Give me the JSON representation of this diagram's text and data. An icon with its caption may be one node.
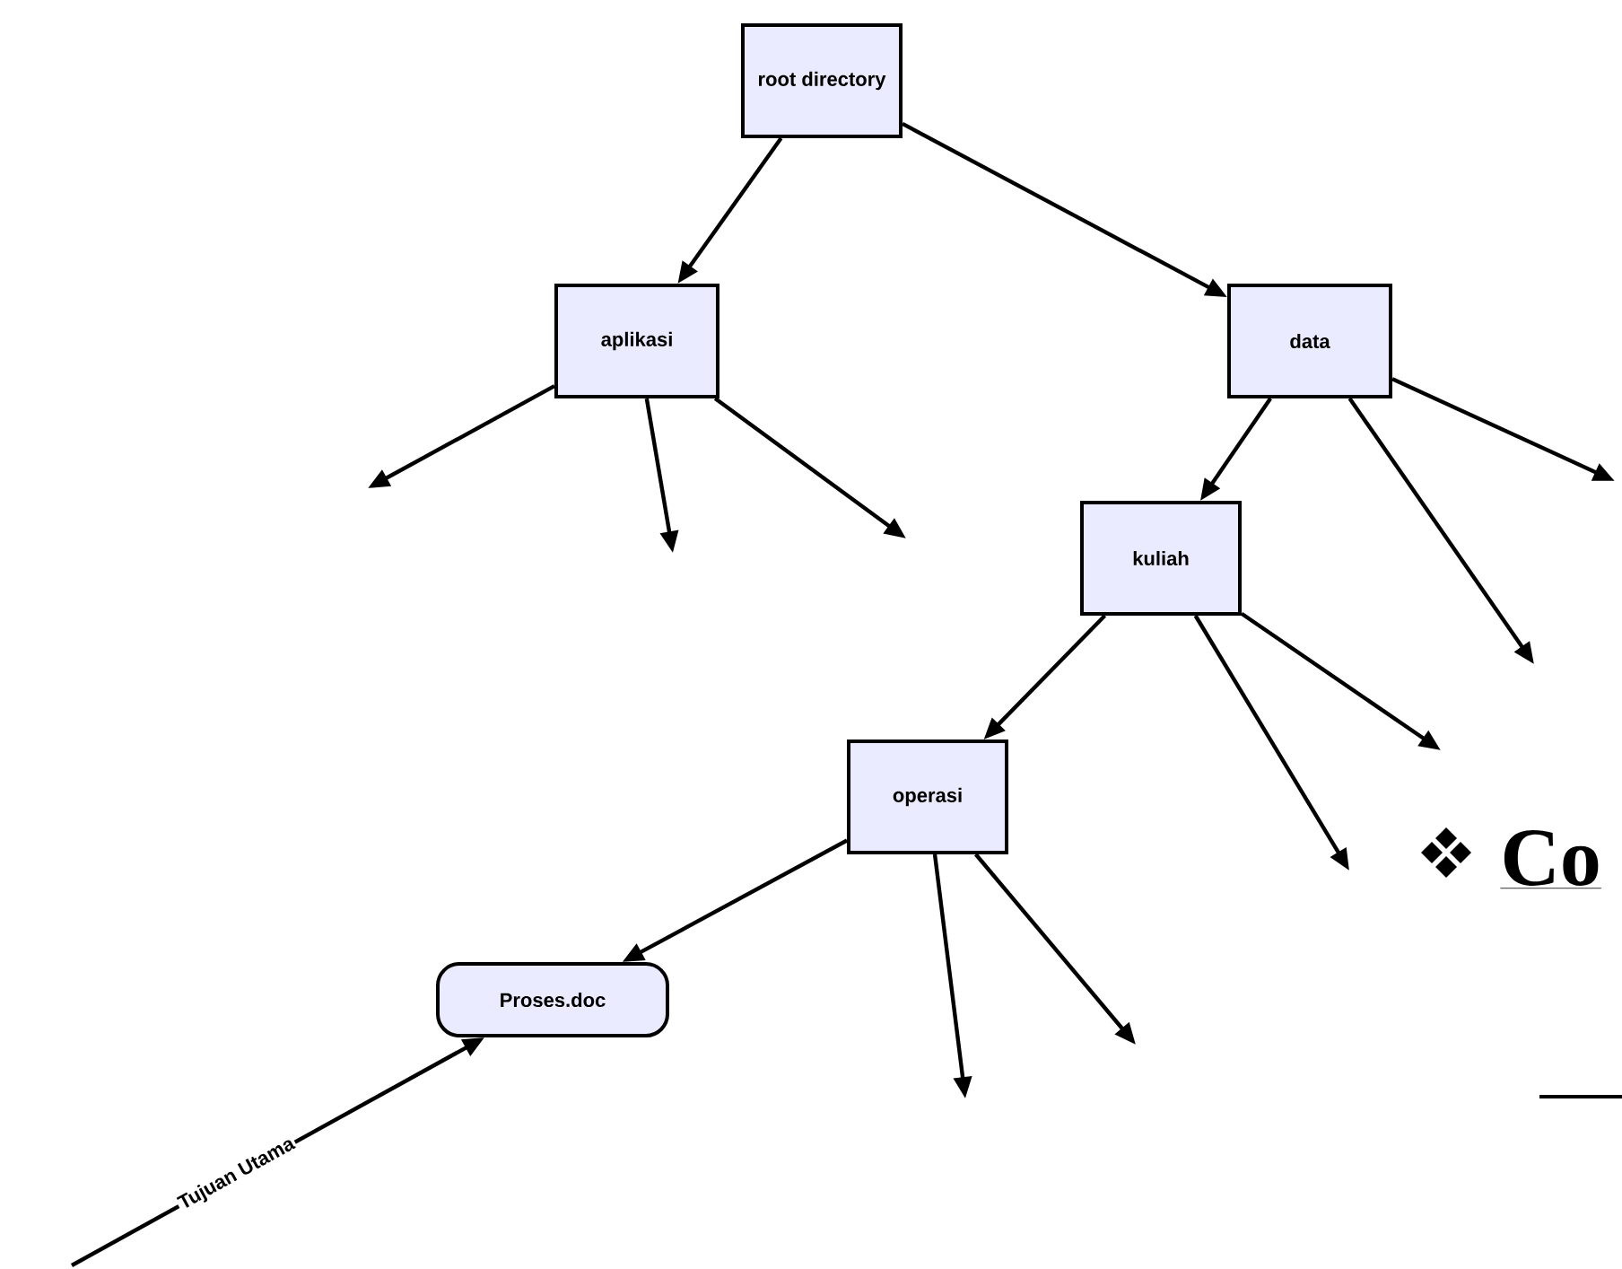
{
  "diagram": {
    "nodes": [
      {
        "text": [
          "root directory"
        ]
      },
      {
        "text": [
          "aplikasi"
        ]
      },
      {
        "text": [
          "data"
        ]
      },
      {
        "text": [
          "kuliah"
        ]
      },
      {
        "text": [
          "operasi"
        ]
      },
      {
        "text": [
          "Proses.doc"
        ]
      }
    ],
    "edges": [
      {
        "from": 0,
        "to": 1,
        "arrow": "to"
      },
      {
        "from": 0,
        "to": 2,
        "arrow": "to"
      },
      {
        "from": 1,
        "to": null,
        "arrow": "to"
      },
      {
        "from": 1,
        "to": null,
        "arrow": "to"
      },
      {
        "from": 1,
        "to": null,
        "arrow": "to"
      },
      {
        "from": 2,
        "to": 3,
        "arrow": "to"
      },
      {
        "from": 2,
        "to": null,
        "arrow": "to"
      },
      {
        "from": 2,
        "to": null,
        "arrow": "to"
      },
      {
        "from": 3,
        "to": 4,
        "arrow": "to"
      },
      {
        "from": 3,
        "to": null,
        "arrow": "to"
      },
      {
        "from": 3,
        "to": null,
        "arrow": "to"
      },
      {
        "from": 4,
        "to": 5,
        "arrow": "to"
      },
      {
        "from": 4,
        "to": null,
        "arrow": "to"
      },
      {
        "from": 4,
        "to": null,
        "arrow": "to"
      },
      {
        "from": null,
        "to": 5,
        "arrow": "to",
        "label": "Tujuan Utama"
      }
    ],
    "labels": [
      "Co"
    ]
  }
}
